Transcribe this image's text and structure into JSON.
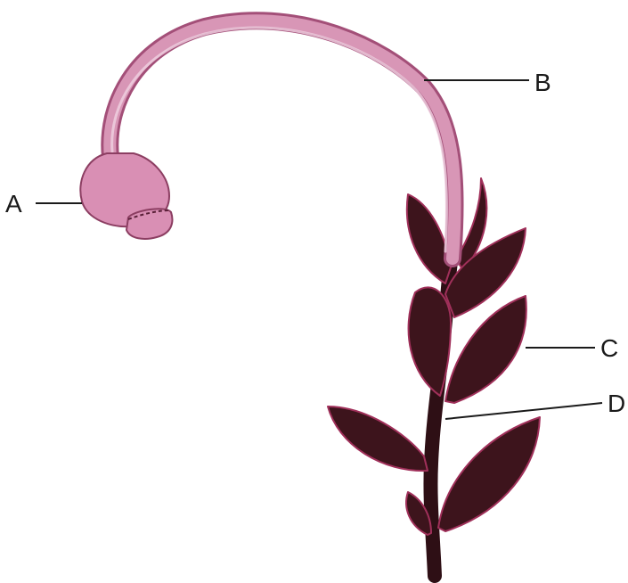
{
  "labels": {
    "a": "A",
    "b": "B",
    "c": "C",
    "d": "D"
  },
  "colors": {
    "capsule": "#d98fb4",
    "seta": "#d896b6",
    "leaf": "#3d141c",
    "leaf_edge": "#a0305a",
    "stem": "#2e0f15",
    "line": "#1a1a1a"
  }
}
